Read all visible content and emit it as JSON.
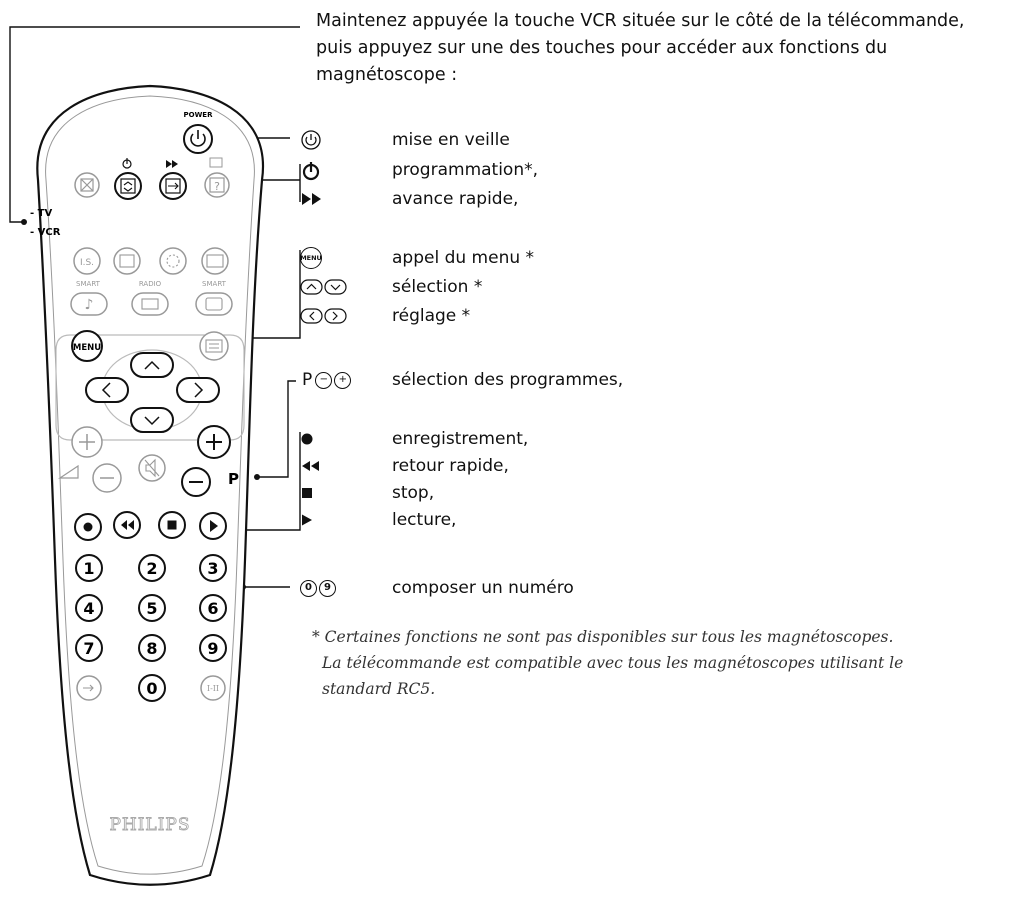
{
  "intro": {
    "line1": "Maintenez appuyée la touche VCR située sur le côté de la télécommande,",
    "line2": "puis appuyez sur une des touches pour accéder aux fonctions du",
    "line3": "magnétoscope :"
  },
  "remote": {
    "power_label": "POWER",
    "switch_tv": "- TV",
    "switch_vcr": "- VCR",
    "is_label": "I.S.",
    "smart_left": "SMART",
    "radio": "RADIO",
    "smart_right": "SMART",
    "menu": "MENU",
    "p_label": "P",
    "digits": [
      "1",
      "2",
      "3",
      "4",
      "5",
      "6",
      "7",
      "8",
      "9",
      "0"
    ],
    "dual_label": "I-II",
    "brand": "PHILIPS"
  },
  "legend": [
    {
      "icon": "standby-icon",
      "text": "mise en veille"
    },
    {
      "icon": "timer-icon",
      "text": "programmation*,"
    },
    {
      "icon": "fast-forward-icon",
      "text": "avance rapide,"
    },
    {
      "icon": "menu-icon",
      "symbol": "MENU",
      "text": "appel du menu *"
    },
    {
      "icon": "up-down-icon",
      "text": "sélection *"
    },
    {
      "icon": "left-right-icon",
      "text": "réglage *"
    },
    {
      "icon": "program-icon",
      "symbol": "P",
      "text": "sélection des programmes,"
    },
    {
      "icon": "record-icon",
      "text": "enregistrement,"
    },
    {
      "icon": "rewind-icon",
      "text": "retour rapide,"
    },
    {
      "icon": "stop-icon",
      "text": "stop,"
    },
    {
      "icon": "play-icon",
      "text": "lecture,"
    },
    {
      "icon": "digits-icon",
      "symbol_a": "0",
      "symbol_b": "9",
      "text": "composer un numéro"
    }
  ],
  "note": {
    "line1": "* Certaines fonctions ne sont pas disponibles sur tous les magnétoscopes.",
    "line2": "La télécommande est compatible avec tous les magnétoscopes utilisant le",
    "line3": "standard RC5."
  }
}
